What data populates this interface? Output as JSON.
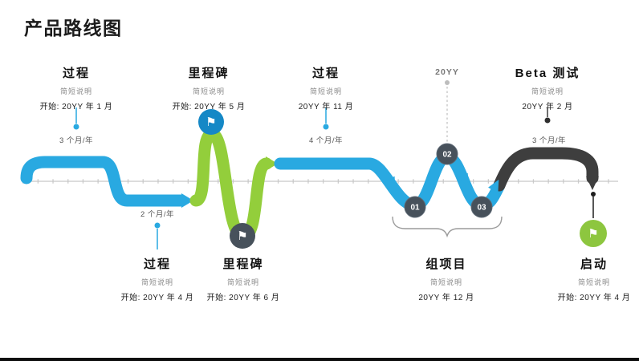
{
  "title": "产品路线图",
  "timeline": {
    "year_label": "20YY"
  },
  "events_top": [
    {
      "name": "过程",
      "desc": "简短说明",
      "date": "开始: 20YY 年 1 月",
      "duration": "3 个月/年"
    },
    {
      "name": "里程碑",
      "desc": "简短说明",
      "date": "开始: 20YY 年 5 月"
    },
    {
      "name": "过程",
      "desc": "简短说明",
      "date": "20YY 年 11 月",
      "duration": "4 个月/年"
    },
    {
      "name": "Beta 测试",
      "desc": "简短说明",
      "date": "20YY 年 2 月",
      "duration": "3 个月/年"
    }
  ],
  "events_bottom": [
    {
      "name": "过程",
      "desc": "简短说明",
      "date": "开始: 20YY 年 4 月",
      "duration": "2 个月/年"
    },
    {
      "name": "里程碑",
      "desc": "简短说明",
      "date": "开始: 20YY 年 6 月"
    },
    {
      "name": "组项目",
      "desc": "简短说明",
      "date": "20YY 年 12 月"
    },
    {
      "name": "启动",
      "desc": "简短说明",
      "date": "开始: 20YY 年 4 月"
    }
  ],
  "markers": {
    "steps": [
      "01",
      "02",
      "03"
    ],
    "flag_glyph": "⚑"
  },
  "colors": {
    "ribbon_blue": "#29A9E1",
    "ribbon_green": "#93CE3B",
    "ribbon_dark": "#3E3E3E",
    "marker_slate": "#47515B",
    "flag_blue": "#1588C6",
    "flag_green": "#8DC63F",
    "axis_gray": "#C7C7C7"
  }
}
